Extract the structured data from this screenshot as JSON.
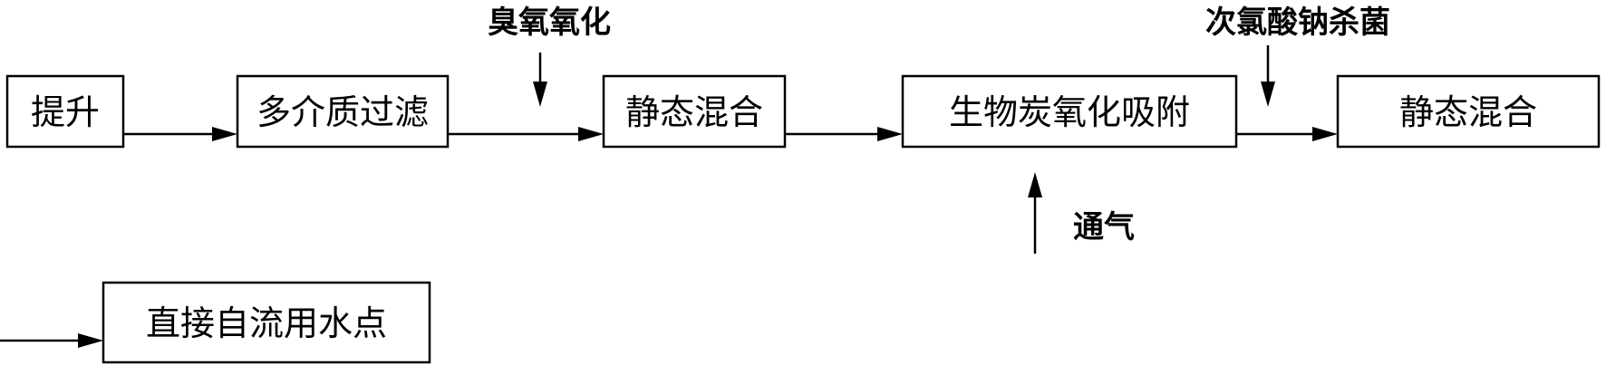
{
  "diagram": {
    "boxes": {
      "lift": "提升",
      "multimedia_filter": "多介质过滤",
      "static_mixing_1": "静态混合",
      "bio_carbon": "生物炭氧化吸附",
      "static_mixing_2": "静态混合",
      "gravity_outlet": "直接自流用水点"
    },
    "inputs": {
      "ozone": "臭氧氧化",
      "hypochlorite": "次氯酸钠杀菌",
      "aeration": "通气"
    }
  }
}
